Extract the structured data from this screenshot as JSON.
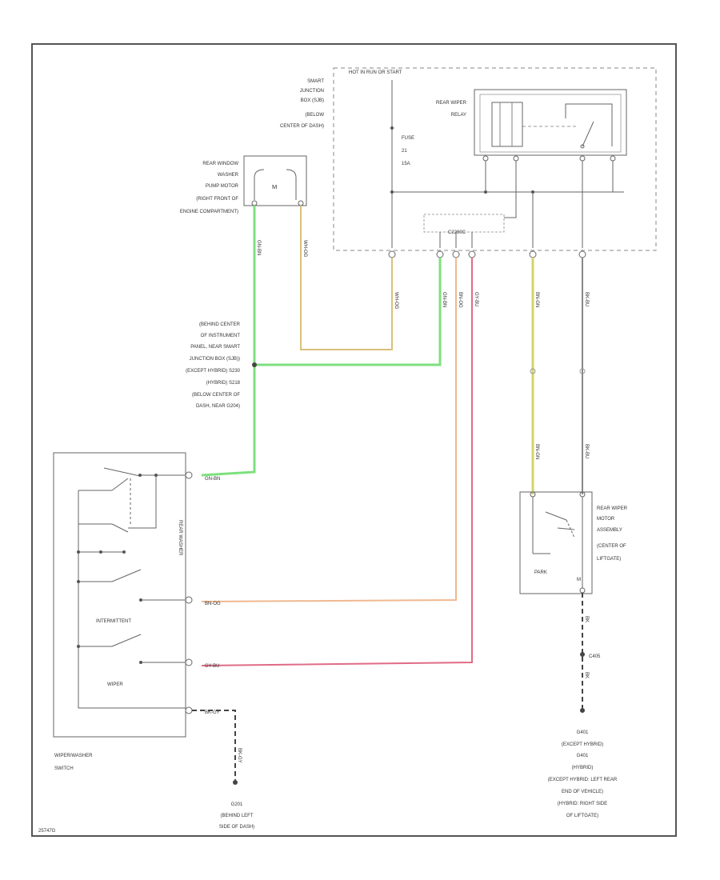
{
  "labels": {
    "hot_in_run_start": "HOT IN RUN OR START",
    "smart_junction_box": [
      "SMART",
      "JUNCTION",
      "BOX (SJB)",
      "(BELOW",
      "CENTER OF DASH)"
    ],
    "rear_wiper_relay": [
      "REAR WIPER",
      "RELAY"
    ],
    "fuse": [
      "FUSE",
      "21",
      "15A"
    ],
    "washer_pump_motor": [
      "REAR WINDOW",
      "WASHER",
      "PUMP MOTOR",
      "(RIGHT FRONT OF",
      "ENGINE COMPARTMENT)"
    ],
    "motor_symbol": "M",
    "sub_connector": "C2280C",
    "splice_note": [
      "(BEHIND CENTER",
      "OF INSTRUMENT",
      "PANEL, NEAR SMART",
      "JUNCTION BOX (SJB))",
      "(EXCEPT HYBRID)    S230",
      "(HYBRID)    S218",
      "(BELOW CENTER OF",
      "DASH, NEAR G204)"
    ],
    "switch_title": [
      "WIPER/WASHER",
      "SWITCH"
    ],
    "switch_side": "REAR WASHER",
    "intermittent": "INTERMITTENT",
    "wiper": "WIPER",
    "park": "PARK",
    "rear_wiper_motor": [
      "REAR WIPER",
      "MOTOR",
      "ASSEMBLY",
      "(CENTER OF",
      "LIFTGATE)"
    ],
    "ground_left": [
      "G201",
      "(BEHIND LEFT",
      "SIDE OF DASH)"
    ],
    "ground_right": [
      "G401",
      "(EXCEPT HYBRID)",
      "G401",
      "(HYBRID)",
      "(EXCEPT HYBRID: LEFT REAR",
      "END OF VEHICLE)",
      "(HYBRID: RIGHT SIDE",
      "OF LIFTGATE)"
    ],
    "ground_right_connector": "C405",
    "corner_code": "25747G"
  },
  "wires": {
    "green": "GN-BN",
    "tan": "WH-OG",
    "orange": "BN-OG",
    "red": "GY-BU",
    "yellow": "BN-GN",
    "black": "BK-BU",
    "ground_left": "BK-GY",
    "ground_right": "BK"
  },
  "colors": {
    "frame": "#555555",
    "line": "#666666",
    "green": "#7de07d",
    "tan": "#d9c07a",
    "orange": "#f0b890",
    "red": "#e06b86",
    "yellow": "#d2d46a",
    "black": "#888888"
  }
}
